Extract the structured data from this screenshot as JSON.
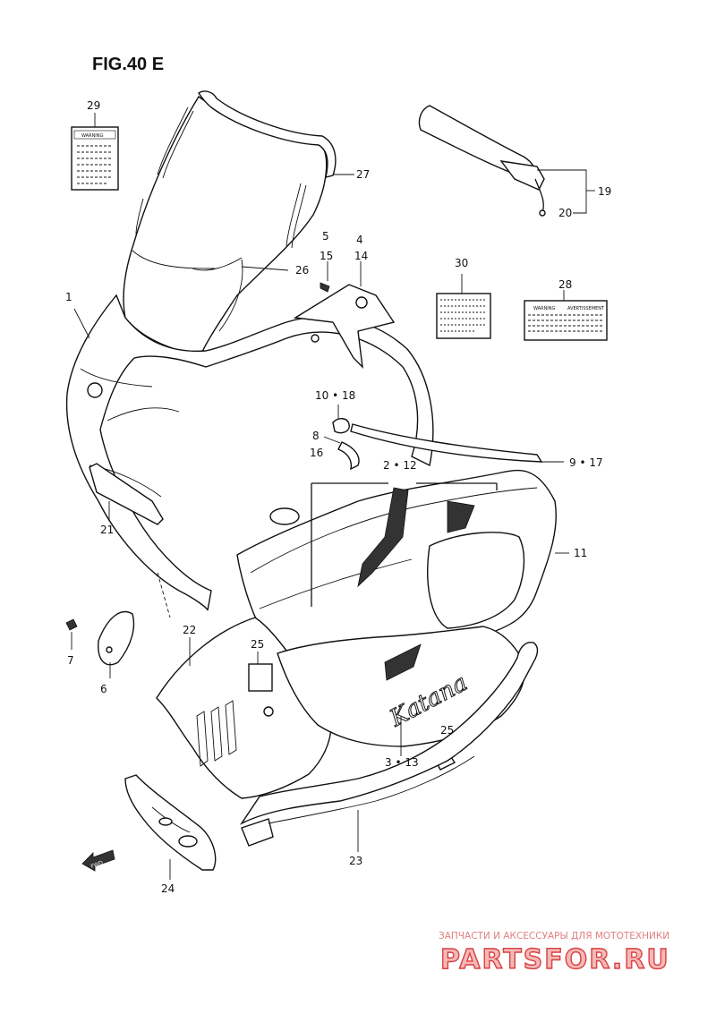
{
  "figure": {
    "title": "FIG.40 E"
  },
  "callouts": [
    {
      "id": "c1",
      "text": "1"
    },
    {
      "id": "c2",
      "text": "2 • 12"
    },
    {
      "id": "c3",
      "text": "3 • 13"
    },
    {
      "id": "c4",
      "text": "4"
    },
    {
      "id": "c5",
      "text": "5"
    },
    {
      "id": "c6",
      "text": "6"
    },
    {
      "id": "c7",
      "text": "7"
    },
    {
      "id": "c8",
      "text": "8"
    },
    {
      "id": "c9",
      "text": "9 • 17"
    },
    {
      "id": "c10",
      "text": "10 • 18"
    },
    {
      "id": "c11",
      "text": "11"
    },
    {
      "id": "c14",
      "text": "14"
    },
    {
      "id": "c15",
      "text": "15"
    },
    {
      "id": "c16",
      "text": "16"
    },
    {
      "id": "c19",
      "text": "19"
    },
    {
      "id": "c20",
      "text": "20"
    },
    {
      "id": "c21",
      "text": "21"
    },
    {
      "id": "c22",
      "text": "22"
    },
    {
      "id": "c23",
      "text": "23"
    },
    {
      "id": "c24",
      "text": "24"
    },
    {
      "id": "c25a",
      "text": "25"
    },
    {
      "id": "c25b",
      "text": "25"
    },
    {
      "id": "c26",
      "text": "26"
    },
    {
      "id": "c27",
      "text": "27"
    },
    {
      "id": "c28",
      "text": "28"
    },
    {
      "id": "c29",
      "text": "29"
    },
    {
      "id": "c30",
      "text": "30"
    }
  ],
  "decals": {
    "warning_29": "WARNING",
    "warning_28_a": "WARNING",
    "warning_28_b": "AVERTISSEMENT",
    "katana_script": "Katana",
    "fwd_arrow": "FWD"
  },
  "watermark": {
    "tagline": "ЗАПЧАСТИ И АКСЕССУАРЫ ДЛЯ МОТОТЕХНИКИ",
    "logo": "PARTSFOR.RU"
  },
  "colors": {
    "line": "#111111",
    "watermark": "#d94040",
    "background": "#ffffff"
  }
}
